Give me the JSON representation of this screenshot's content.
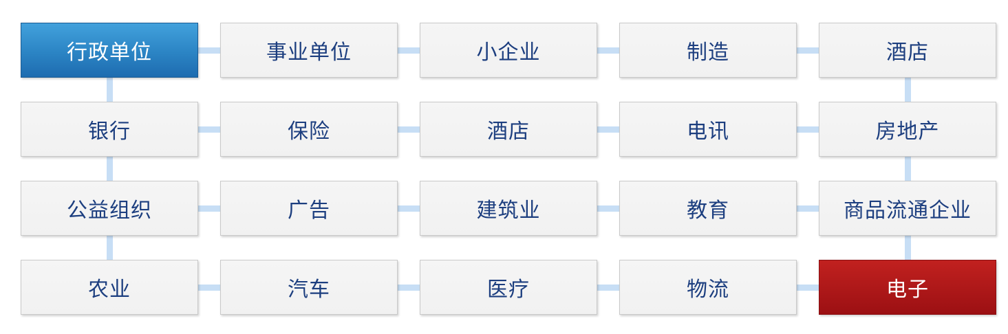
{
  "diagram": {
    "type": "grid-process-smartart",
    "grid": {
      "rows": 4,
      "cols": 5
    },
    "colors": {
      "node_bg": "#f2f2f2",
      "node_border": "#c9c9c9",
      "node_text": "#1c3e7f",
      "connector": "#c7def5",
      "start_top": "#42a1dc",
      "start_bottom": "#1e6cb0",
      "start_border": "#1a5a92",
      "end_top": "#c1211f",
      "end_bottom": "#9c1013",
      "end_border": "#8a1013",
      "highlight_text": "#ffffff"
    },
    "nodes": [
      {
        "label": "行政单位",
        "row": 0,
        "col": 0,
        "variant": "start"
      },
      {
        "label": "事业单位",
        "row": 0,
        "col": 1,
        "variant": "default"
      },
      {
        "label": "小企业",
        "row": 0,
        "col": 2,
        "variant": "default"
      },
      {
        "label": "制造",
        "row": 0,
        "col": 3,
        "variant": "default"
      },
      {
        "label": "酒店",
        "row": 0,
        "col": 4,
        "variant": "default"
      },
      {
        "label": "银行",
        "row": 1,
        "col": 0,
        "variant": "default"
      },
      {
        "label": "保险",
        "row": 1,
        "col": 1,
        "variant": "default"
      },
      {
        "label": "酒店",
        "row": 1,
        "col": 2,
        "variant": "default"
      },
      {
        "label": "电讯",
        "row": 1,
        "col": 3,
        "variant": "default"
      },
      {
        "label": "房地产",
        "row": 1,
        "col": 4,
        "variant": "default"
      },
      {
        "label": "公益组织",
        "row": 2,
        "col": 0,
        "variant": "default"
      },
      {
        "label": "广告",
        "row": 2,
        "col": 1,
        "variant": "default"
      },
      {
        "label": "建筑业",
        "row": 2,
        "col": 2,
        "variant": "default"
      },
      {
        "label": "教育",
        "row": 2,
        "col": 3,
        "variant": "default"
      },
      {
        "label": "商品流通企业",
        "row": 2,
        "col": 4,
        "variant": "default"
      },
      {
        "label": "农业",
        "row": 3,
        "col": 0,
        "variant": "default"
      },
      {
        "label": "汽车",
        "row": 3,
        "col": 1,
        "variant": "default"
      },
      {
        "label": "医疗",
        "row": 3,
        "col": 2,
        "variant": "default"
      },
      {
        "label": "物流",
        "row": 3,
        "col": 3,
        "variant": "default"
      },
      {
        "label": "电子",
        "row": 3,
        "col": 4,
        "variant": "end"
      }
    ],
    "connectors": [
      {
        "type": "h",
        "row": 0,
        "after_col": 0
      },
      {
        "type": "h",
        "row": 0,
        "after_col": 1
      },
      {
        "type": "h",
        "row": 0,
        "after_col": 2
      },
      {
        "type": "h",
        "row": 0,
        "after_col": 3
      },
      {
        "type": "h",
        "row": 1,
        "after_col": 0
      },
      {
        "type": "h",
        "row": 1,
        "after_col": 1
      },
      {
        "type": "h",
        "row": 1,
        "after_col": 2
      },
      {
        "type": "h",
        "row": 1,
        "after_col": 3
      },
      {
        "type": "h",
        "row": 2,
        "after_col": 0
      },
      {
        "type": "h",
        "row": 2,
        "after_col": 1
      },
      {
        "type": "h",
        "row": 2,
        "after_col": 2
      },
      {
        "type": "h",
        "row": 2,
        "after_col": 3
      },
      {
        "type": "h",
        "row": 3,
        "after_col": 0
      },
      {
        "type": "h",
        "row": 3,
        "after_col": 1
      },
      {
        "type": "h",
        "row": 3,
        "after_col": 2
      },
      {
        "type": "h",
        "row": 3,
        "after_col": 3
      },
      {
        "type": "v",
        "col": 0,
        "after_row": 0
      },
      {
        "type": "v",
        "col": 0,
        "after_row": 1
      },
      {
        "type": "v",
        "col": 0,
        "after_row": 2
      },
      {
        "type": "v",
        "col": 4,
        "after_row": 0
      },
      {
        "type": "v",
        "col": 4,
        "after_row": 1
      },
      {
        "type": "v",
        "col": 4,
        "after_row": 2
      }
    ]
  }
}
